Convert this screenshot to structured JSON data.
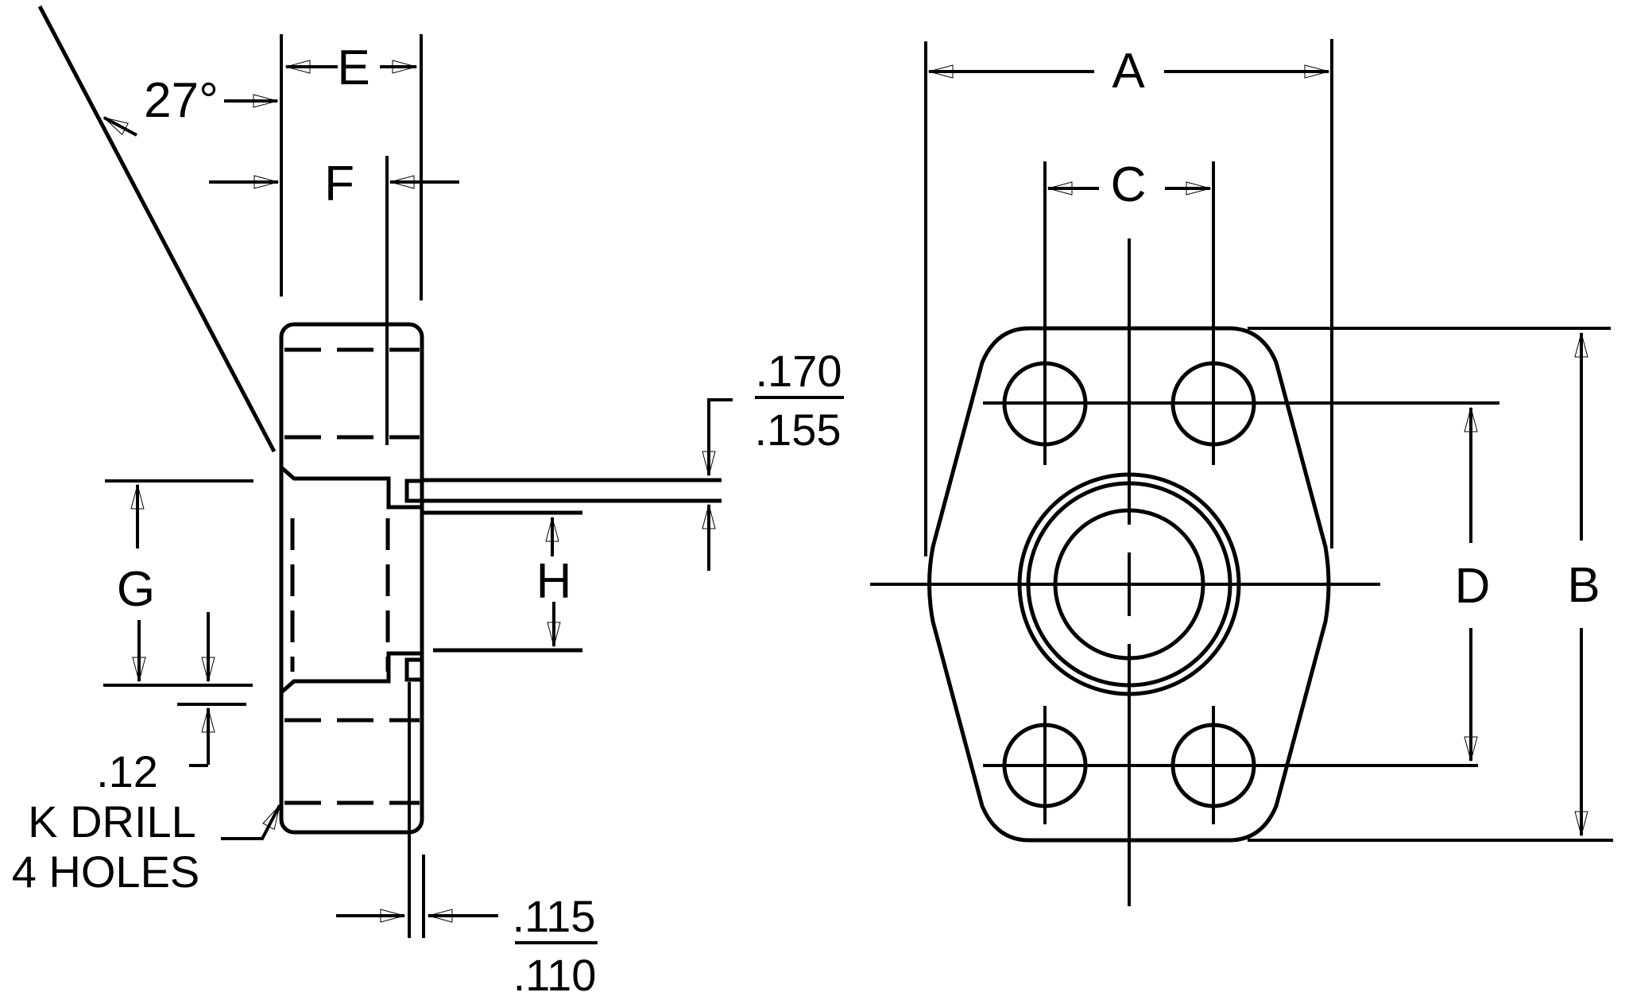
{
  "side_view": {
    "angle": "27°",
    "dims": {
      "e": "E",
      "f": "F",
      "g": "G",
      "h": "H"
    },
    "tube_wall": {
      "upper": ".170",
      "lower": ".155"
    },
    "offset": ".12",
    "drill_note": {
      "line1": "K DRILL",
      "line2": "4 HOLES"
    },
    "insert_depth": {
      "upper": ".115",
      "lower": ".110"
    }
  },
  "front_view": {
    "dims": {
      "a": "A",
      "b": "B",
      "c": "C",
      "d": "D"
    }
  },
  "colors": {
    "ink": "#000000",
    "paper": "#ffffff"
  }
}
